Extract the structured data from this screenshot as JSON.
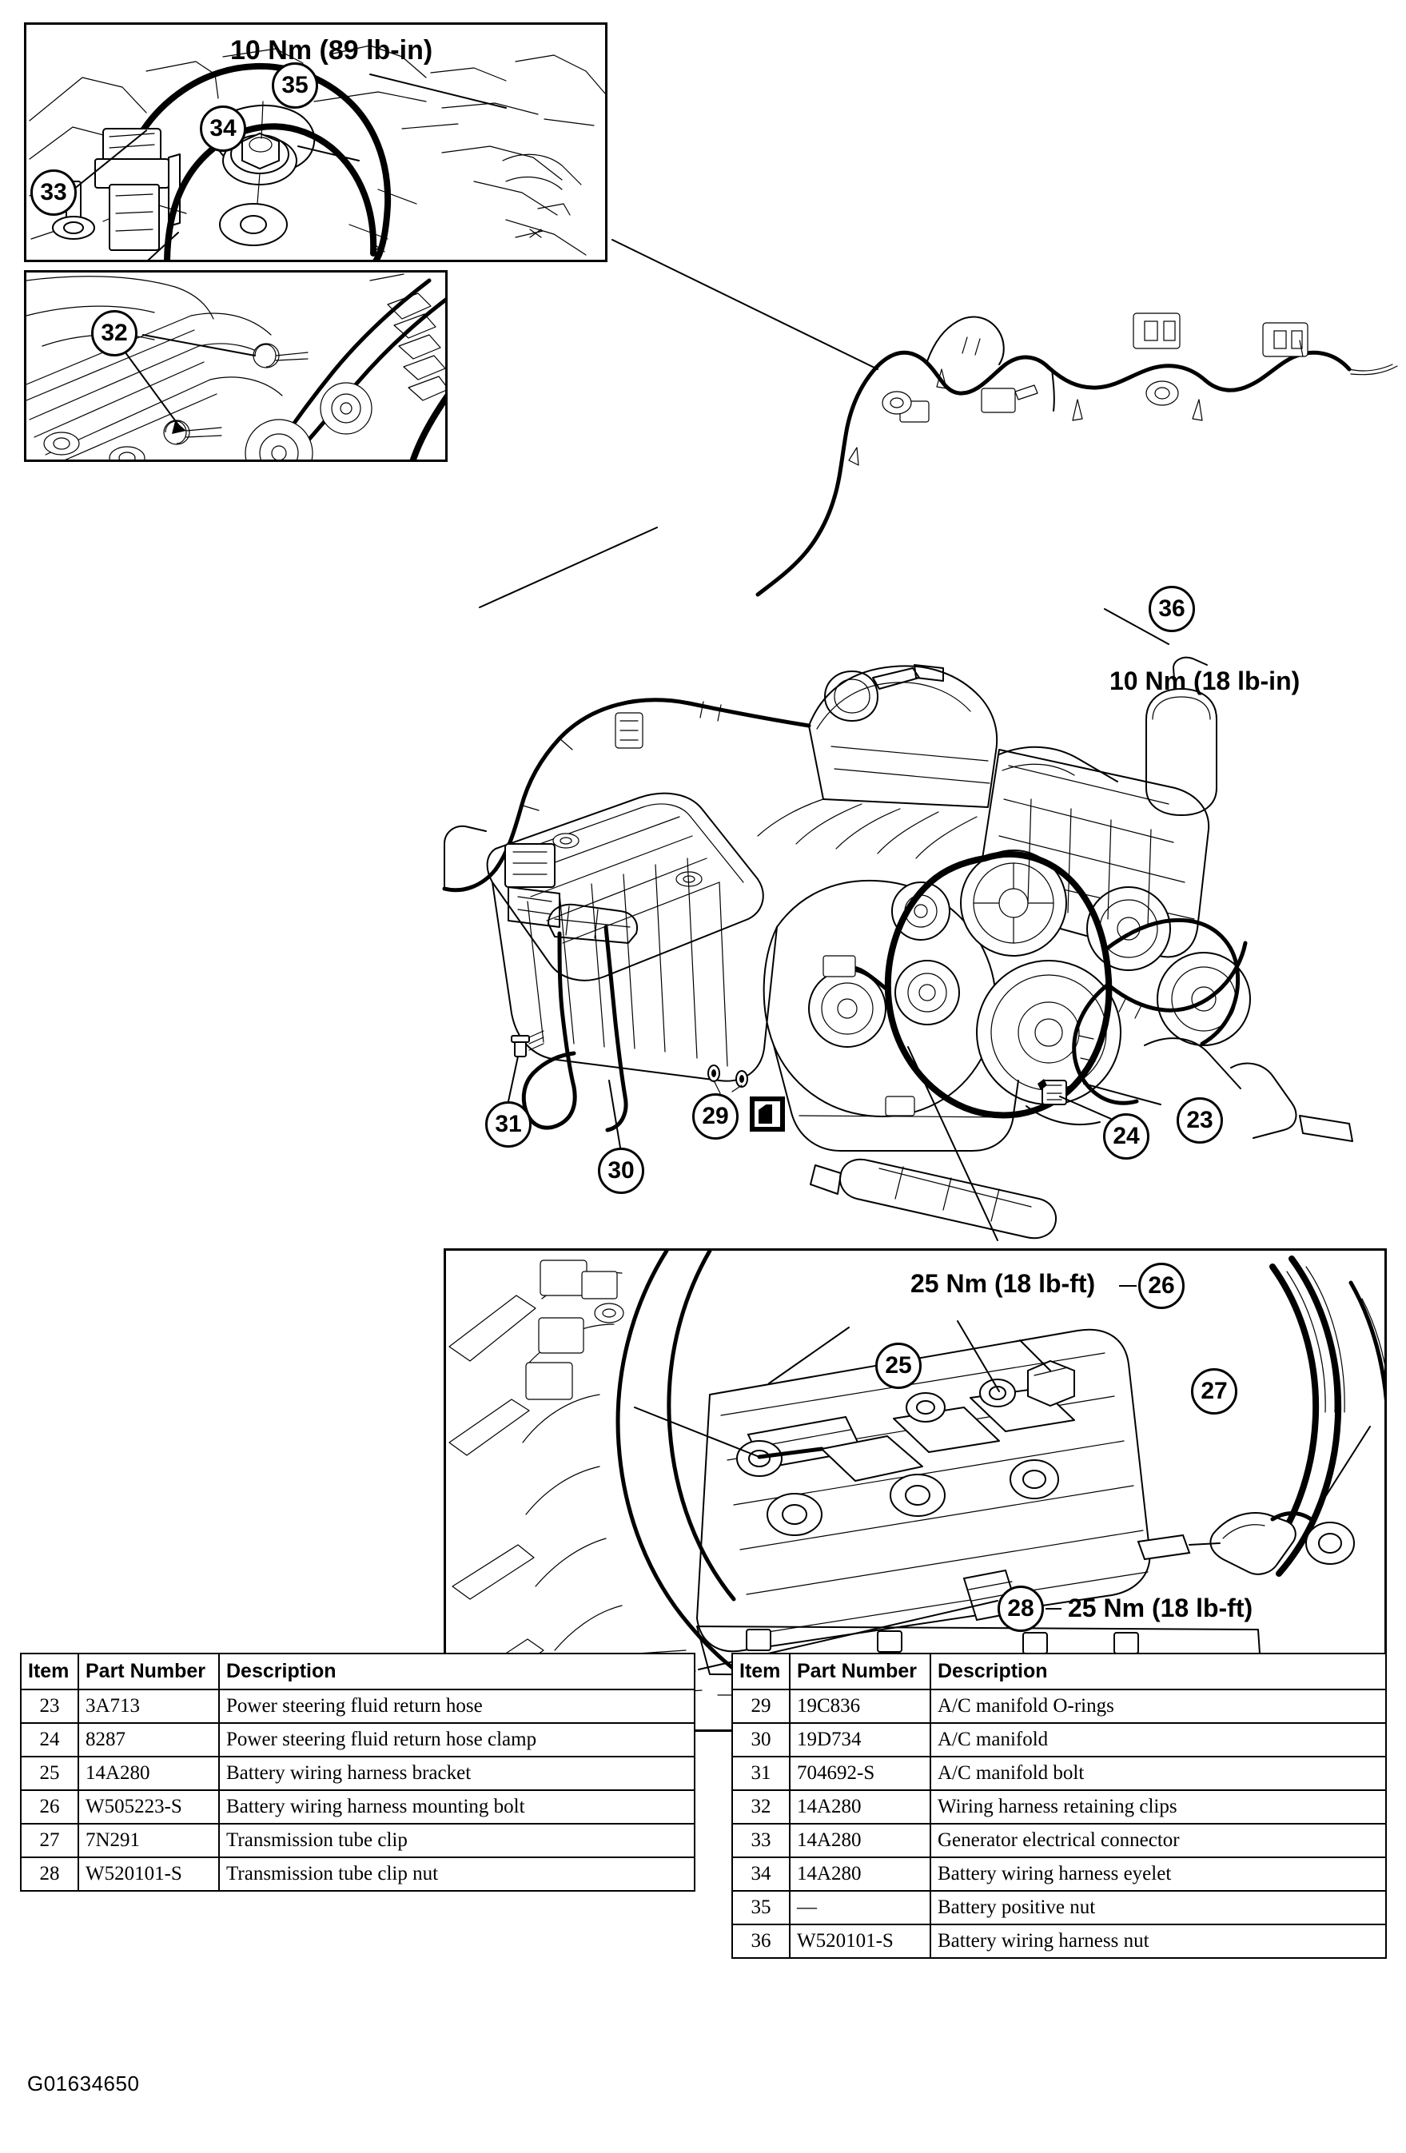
{
  "document": {
    "type": "service-manual-exploded-view",
    "figure_code": "G01634650",
    "subject": "Engine — battery wiring harness, power steering return hose, A/C manifold and transmission tube clip installation"
  },
  "callouts": [
    {
      "id": "23",
      "label": "23"
    },
    {
      "id": "24",
      "label": "24"
    },
    {
      "id": "25",
      "label": "25"
    },
    {
      "id": "26",
      "label": "26"
    },
    {
      "id": "27",
      "label": "27"
    },
    {
      "id": "28",
      "label": "28"
    },
    {
      "id": "29",
      "label": "29"
    },
    {
      "id": "30",
      "label": "30"
    },
    {
      "id": "31",
      "label": "31"
    },
    {
      "id": "32",
      "label": "32"
    },
    {
      "id": "33",
      "label": "33"
    },
    {
      "id": "34",
      "label": "34"
    },
    {
      "id": "35",
      "label": "35"
    },
    {
      "id": "36",
      "label": "36"
    }
  ],
  "torque_specs": [
    {
      "id": "spec-35",
      "text": "10 Nm (89 lb-in)",
      "for_callout": "35"
    },
    {
      "id": "spec-36",
      "text": "10 Nm (18 lb-in)",
      "for_callout": "36"
    },
    {
      "id": "spec-26",
      "text": "25 Nm (18 lb-ft)",
      "for_callout": "26"
    },
    {
      "id": "spec-28",
      "text": "25 Nm (18 lb-ft)",
      "for_callout": "28"
    }
  ],
  "symbols": [
    {
      "id": "lubricant",
      "name": "lubricant-symbol",
      "near_callout": "29"
    }
  ],
  "tables": {
    "headers": [
      "Item",
      "Part Number",
      "Description"
    ],
    "left": {
      "rows": [
        {
          "item": "23",
          "part": "3A713",
          "desc": "Power steering fluid return hose"
        },
        {
          "item": "24",
          "part": "8287",
          "desc": "Power steering fluid return hose clamp"
        },
        {
          "item": "25",
          "part": "14A280",
          "desc": "Battery wiring harness bracket"
        },
        {
          "item": "26",
          "part": "W505223-S",
          "desc": "Battery wiring harness mounting bolt"
        },
        {
          "item": "27",
          "part": "7N291",
          "desc": "Transmission tube clip"
        },
        {
          "item": "28",
          "part": "W520101-S",
          "desc": "Transmission tube clip nut"
        }
      ]
    },
    "right": {
      "rows": [
        {
          "item": "29",
          "part": "19C836",
          "desc": "A/C manifold O-rings"
        },
        {
          "item": "30",
          "part": "19D734",
          "desc": "A/C manifold"
        },
        {
          "item": "31",
          "part": "704692-S",
          "desc": "A/C manifold bolt"
        },
        {
          "item": "32",
          "part": "14A280",
          "desc": "Wiring harness retaining clips"
        },
        {
          "item": "33",
          "part": "14A280",
          "desc": "Generator electrical connector"
        },
        {
          "item": "34",
          "part": "14A280",
          "desc": "Battery wiring harness eyelet"
        },
        {
          "item": "35",
          "part": "—",
          "desc": "Battery positive nut"
        },
        {
          "item": "36",
          "part": "W520101-S",
          "desc": "Battery wiring harness nut"
        }
      ]
    }
  },
  "insets": [
    {
      "id": "inset-top-left",
      "name": "battery-positive-terminal-detail",
      "callouts": [
        "33",
        "34",
        "35"
      ]
    },
    {
      "id": "inset-mid-left",
      "name": "wiring-harness-retaining-clips-detail",
      "callouts": [
        "32"
      ]
    },
    {
      "id": "inset-bottom-right",
      "name": "battery-harness-bracket-detail",
      "callouts": [
        "25",
        "26",
        "27",
        "28"
      ]
    }
  ],
  "colors": {
    "ink": "#000000",
    "paper": "#ffffff"
  }
}
